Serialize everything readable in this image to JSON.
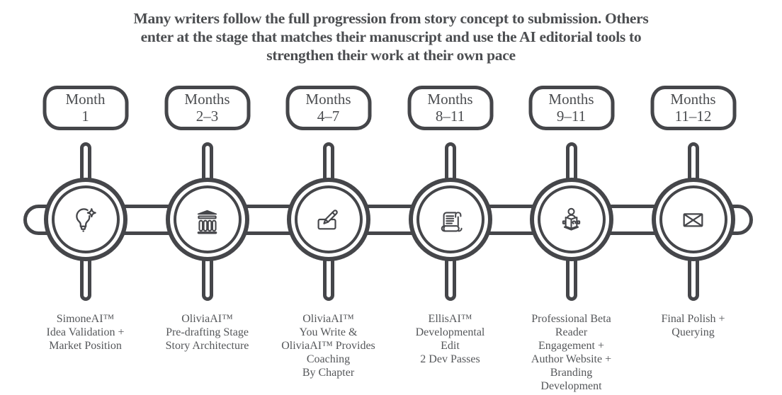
{
  "title": "Many writers follow the full progression from story concept to submission. Others\nenter at the stage that matches their manuscript and use the AI editorial tools to\nstrengthen their work at their own pace",
  "colors": {
    "stroke": "#45464a",
    "title_text": "#4c4e51",
    "label_text": "#55575a",
    "background": "#ffffff"
  },
  "stages": [
    {
      "badge": "Month\n1",
      "icon": "lightbulb-sparkle-icon",
      "label": "SimoneAI™\nIdea Validation +\nMarket Position"
    },
    {
      "badge": "Months\n2–3",
      "icon": "building-columns-icon",
      "label": "OliviaAI™\nPre-drafting Stage\nStory Architecture"
    },
    {
      "badge": "Months\n4–7",
      "icon": "pencil-writing-icon",
      "label": "OliviaAI™\nYou Write &\nOliviaAI™ Provides\nCoaching\nBy Chapter"
    },
    {
      "badge": "Months\n8–11",
      "icon": "scroll-icon",
      "label": "EllisAI™\nDevelopmental\nEdit\n2 Dev Passes"
    },
    {
      "badge": "Months\n9–11",
      "icon": "person-reading-icon",
      "label": "Professional Beta\nReader\nEngagement +\nAuthor Website +\nBranding\nDevelopment"
    },
    {
      "badge": "Months\n11–12",
      "icon": "envelope-icon",
      "label": "Final Polish +\nQuerying"
    }
  ]
}
